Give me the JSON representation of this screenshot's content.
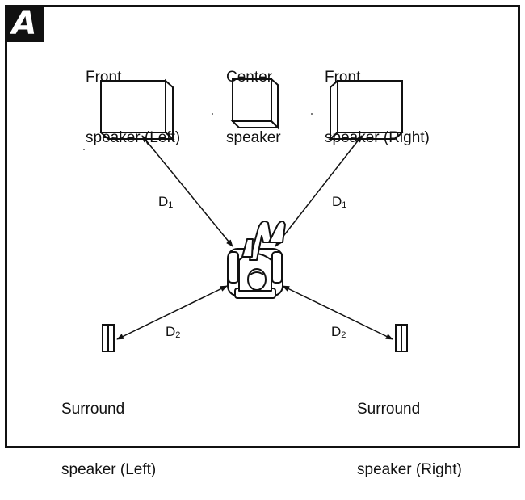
{
  "badge": "A",
  "speakers": {
    "front_left": [
      "Front",
      "speaker (Left)"
    ],
    "center": [
      "Center",
      "speaker"
    ],
    "front_right": [
      "Front",
      "speaker (Right)"
    ],
    "surround_left": [
      "Surround",
      "speaker (Left)"
    ],
    "surround_right": [
      "Surround",
      "speaker (Right)"
    ]
  },
  "distances": {
    "d1": {
      "letter": "D",
      "sub": "1"
    },
    "d2": {
      "letter": "D",
      "sub": "2"
    }
  }
}
